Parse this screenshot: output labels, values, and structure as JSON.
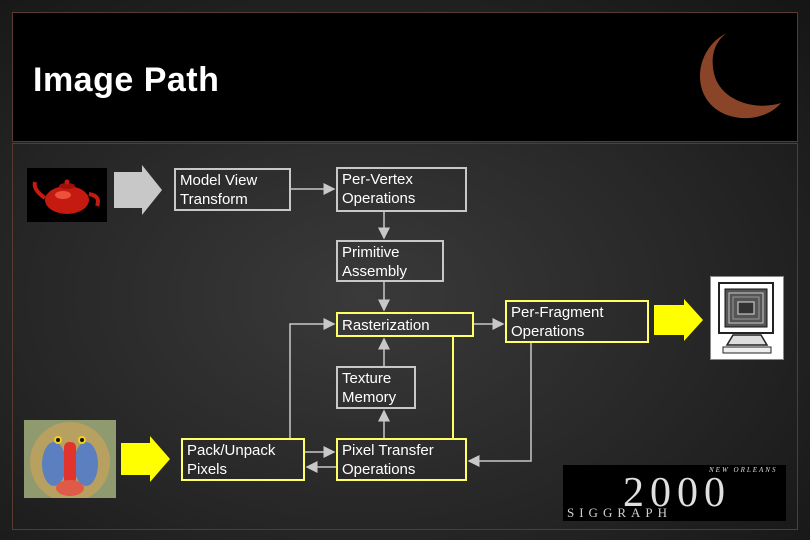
{
  "title": "Image Path",
  "boxes": {
    "model_view": "Model View Transform",
    "per_vertex": "Per-Vertex Operations",
    "primitive_assembly": "Primitive Assembly",
    "rasterization": "Rasterization",
    "per_fragment": "Per-Fragment Operations",
    "texture_memory": "Texture Memory",
    "pack_unpack": "Pack/Unpack Pixels",
    "pixel_transfer": "Pixel Transfer Operations"
  },
  "logo": {
    "small": "NEW ORLEANS",
    "year": "2000",
    "name": "SIGGRAPH"
  },
  "colors": {
    "highlight": "#ffff66",
    "box_border": "#c8c8c8",
    "moon": "#8a4528",
    "gray_arrow": "#c8c8c8",
    "yellow_arrow": "#ffff00"
  },
  "icons": [
    "moon-logo-icon",
    "teapot-icon",
    "monitor-icon",
    "mandrill-icon"
  ]
}
